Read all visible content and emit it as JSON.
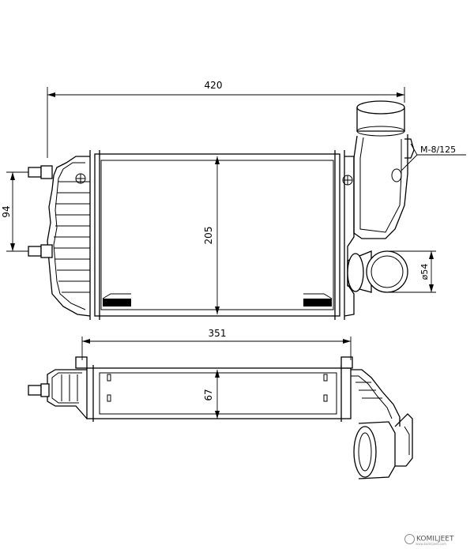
{
  "dimensions": {
    "width_total": "420",
    "core_height": "205",
    "mount_spacing": "94",
    "thread": "M-8/125",
    "outlet_diameter": "ø54",
    "core_width": "351",
    "core_depth": "67"
  },
  "watermark": {
    "brand": "KOMILJEET",
    "tagline": "www.komiljeet.com"
  }
}
